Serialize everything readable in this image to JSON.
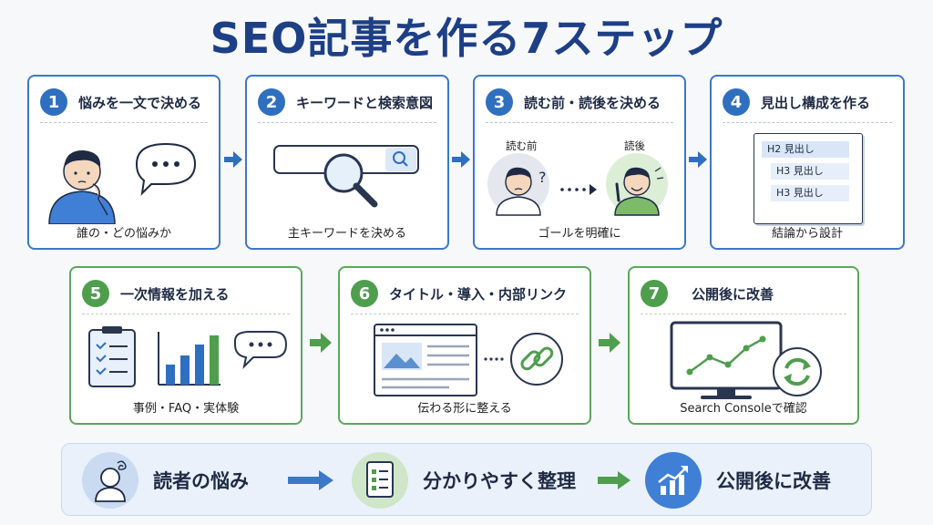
{
  "title": "SEO記事を作る7ステップ",
  "steps": [
    {
      "num": "1",
      "title": "悩みを一文で決める",
      "caption": "誰の・どの悩みか"
    },
    {
      "num": "2",
      "title": "キーワードと検索意図",
      "caption": "主キーワードを決める"
    },
    {
      "num": "3",
      "title": "読む前・読後を決める",
      "caption": "ゴールを明確に",
      "before_label": "読む前",
      "after_label": "読後"
    },
    {
      "num": "4",
      "title": "見出し構成を作る",
      "caption": "結論から設計",
      "headings": [
        "H2 見出し",
        "H3 見出し",
        "H3 見出し"
      ]
    },
    {
      "num": "5",
      "title": "一次情報を加える",
      "caption": "事例・FAQ・実体験"
    },
    {
      "num": "6",
      "title": "タイトル・導入・内部リンク",
      "caption": "伝わる形に整える"
    },
    {
      "num": "7",
      "title": "公開後に改善",
      "caption": "Search Consoleで確認"
    }
  ],
  "summary": [
    "読者の悩み",
    "分かりやすく整理",
    "公開後に改善"
  ],
  "colors": {
    "blue": "#2f6fc0",
    "green": "#4e9e4e",
    "title": "#1d3f86"
  }
}
